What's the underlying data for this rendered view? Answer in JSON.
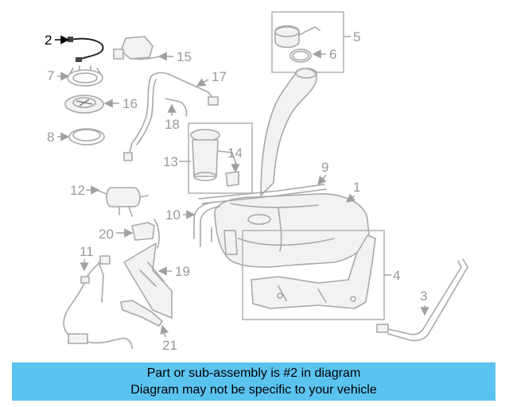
{
  "callouts": [
    "1",
    "2",
    "3",
    "4",
    "5",
    "6",
    "7",
    "8",
    "9",
    "10",
    "11",
    "12",
    "13",
    "14",
    "15",
    "16",
    "17",
    "18",
    "19",
    "20",
    "21"
  ],
  "highlighted_callout": "2",
  "banner": {
    "line1": "Part or sub-assembly is #2 in diagram",
    "line2": "Diagram may not be specific to your vehicle"
  },
  "colors": {
    "banner_bg": "#5bc3f0",
    "part_line": "#a8a8a8",
    "highlight": "#000000"
  }
}
